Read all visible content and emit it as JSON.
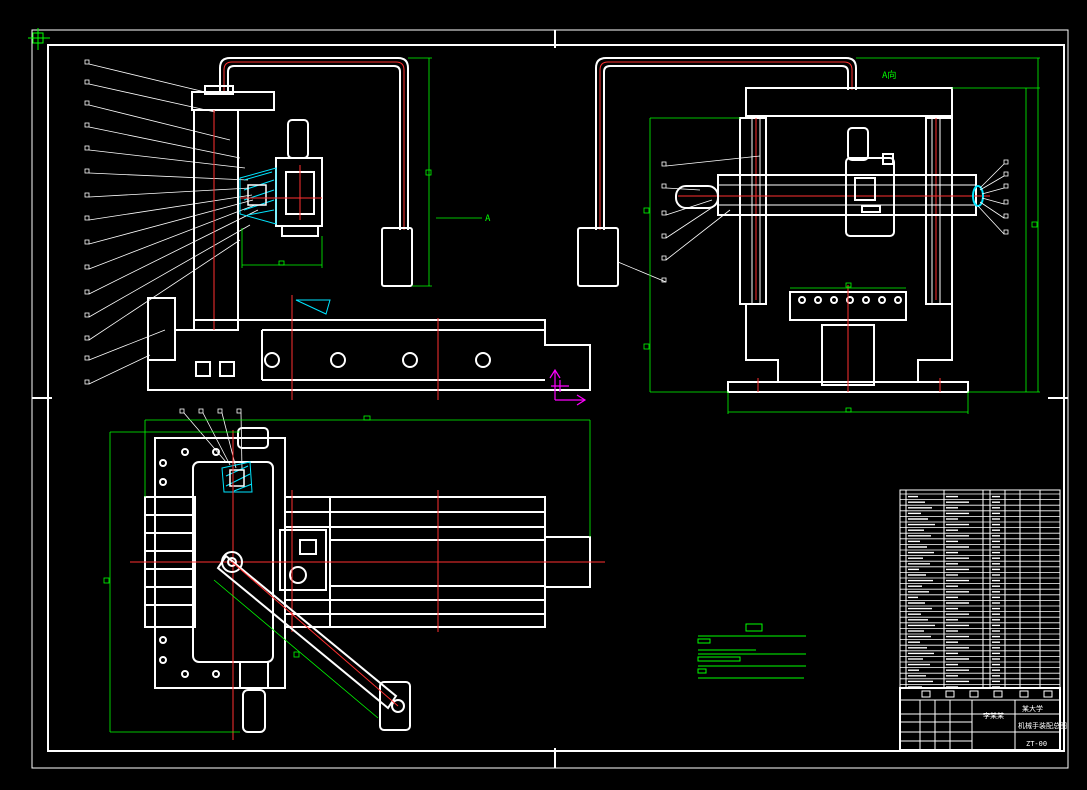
{
  "drawing": {
    "background": "#000000",
    "colors": {
      "outline": "#ffffff",
      "centerline": "#ff3030",
      "dimension": "#00ff00",
      "hatch": "#00e5ff",
      "ucs": "#ff00ff"
    },
    "view_markers": {
      "direction_arrow": "A",
      "view_a_title": "A向"
    },
    "title_block": {
      "designer": "李某某",
      "school": "某大学",
      "drawing_title": "机械手装配总图",
      "drawing_number": "ZT-00"
    }
  }
}
